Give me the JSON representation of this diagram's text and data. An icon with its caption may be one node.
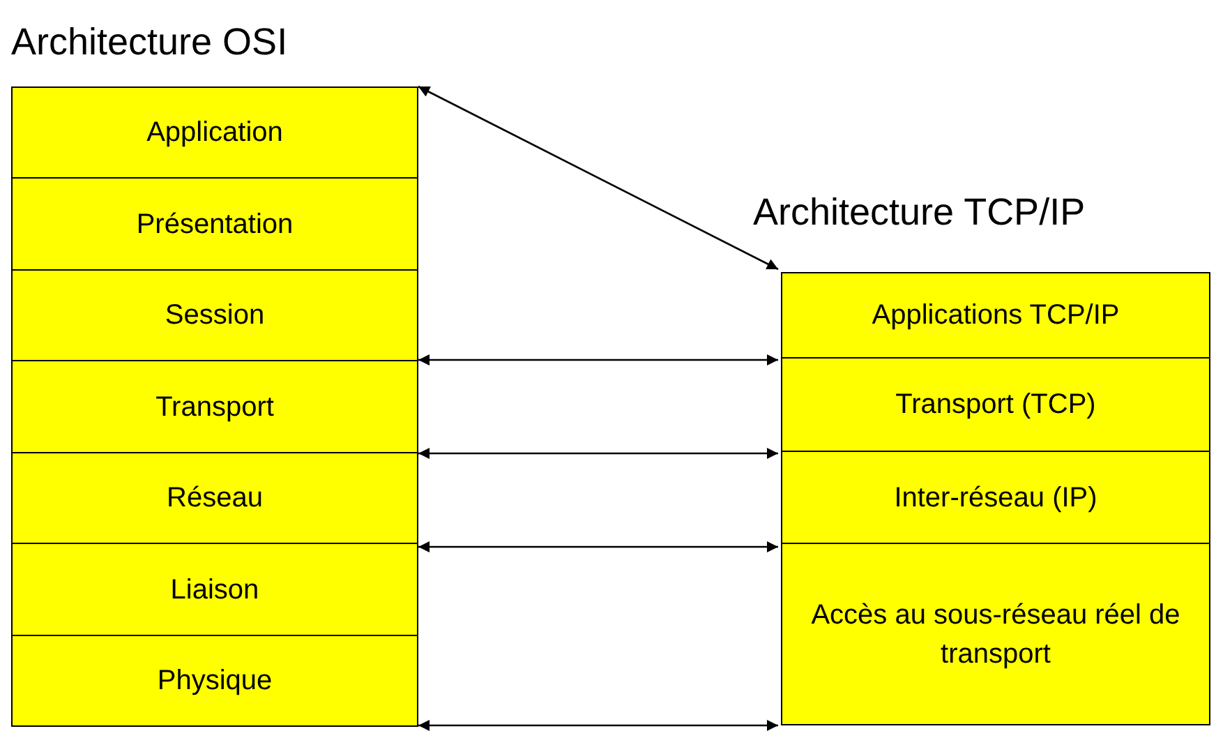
{
  "diagram": {
    "nodes": [
      {
        "text": [
          "Architecture OSI"
        ]
      },
      {
        "text": [
          "Application"
        ],
        "in": 0
      },
      {
        "text": [
          "Présentation"
        ],
        "in": 0
      },
      {
        "text": [
          "Session"
        ],
        "in": 0
      },
      {
        "text": [
          "Transport"
        ],
        "in": 0
      },
      {
        "text": [
          "Réseau"
        ],
        "in": 0
      },
      {
        "text": [
          "Liaison"
        ],
        "in": 0
      },
      {
        "text": [
          "Physique"
        ],
        "in": 0
      },
      {
        "text": [
          "Architecture TCP/IP"
        ]
      },
      {
        "text": [
          "Applications TCP/IP"
        ],
        "in": 8
      },
      {
        "text": [
          "Transport (TCP)"
        ],
        "in": 8
      },
      {
        "text": [
          "Inter-réseau (IP)"
        ],
        "in": 8
      },
      {
        "text": [
          "Accès au sous-réseau réel de transport"
        ],
        "in": 8
      }
    ],
    "edges": [
      {
        "from": 0,
        "to": 8,
        "arrow": "both"
      },
      {
        "from": 0,
        "to": 8,
        "arrow": "both"
      },
      {
        "from": 0,
        "to": 8,
        "arrow": "both"
      },
      {
        "from": 0,
        "to": 8,
        "arrow": "both"
      },
      {
        "from": 0,
        "to": 8,
        "arrow": "both"
      }
    ]
  }
}
